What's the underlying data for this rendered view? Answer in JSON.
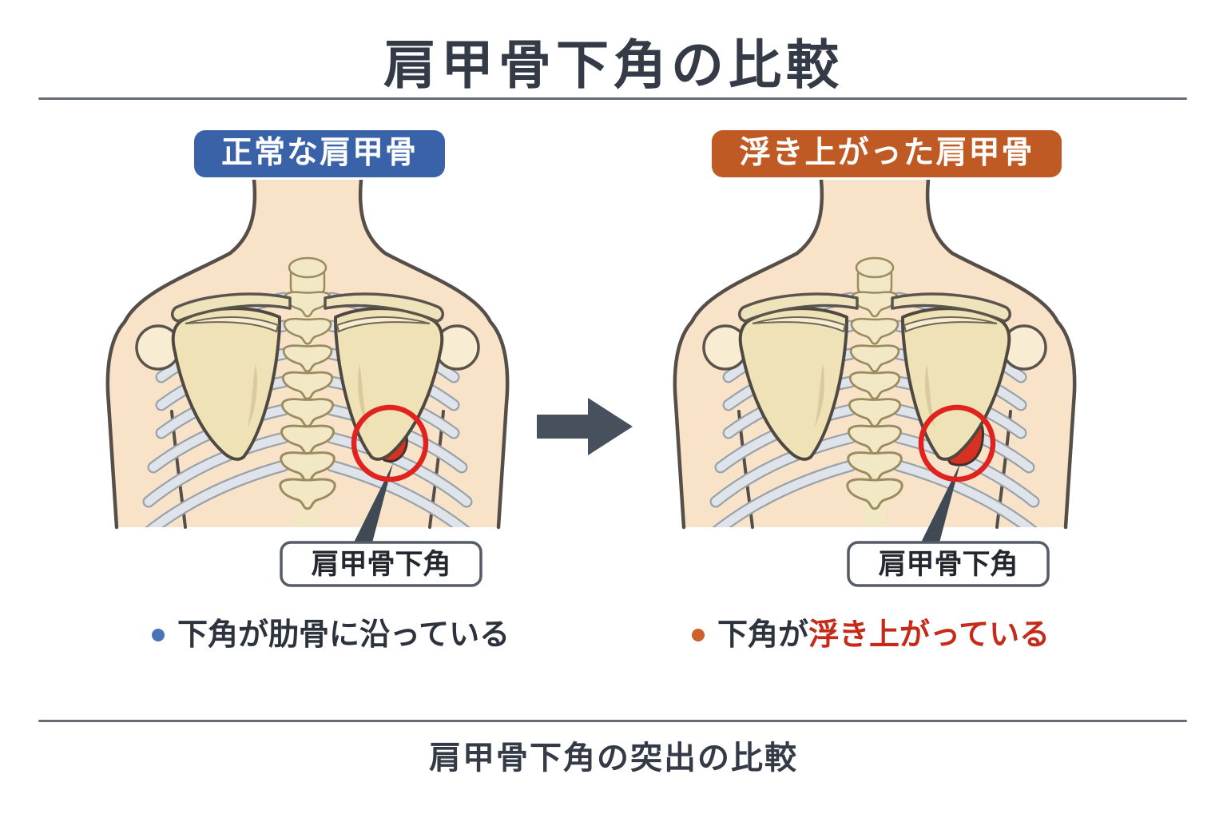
{
  "page": {
    "title": "肩甲骨下角の比較",
    "caption": "肩甲骨下角の突出の比較"
  },
  "arrow": {
    "icon": "right-arrow",
    "color": "#46515d"
  },
  "panels": [
    {
      "id": "normal",
      "badge": "正常な肩甲骨",
      "badge_color": "#3a62a8",
      "callout_label": "肩甲骨下角",
      "bullet_prefix": "下角が肋骨に沿っている",
      "bullet_highlight": "",
      "bullet_dot_color": "#4a72b8"
    },
    {
      "id": "winged",
      "badge": "浮き上がった肩甲骨",
      "badge_color": "#c05a24",
      "callout_label": "肩甲骨下角",
      "bullet_prefix": "下角が",
      "bullet_highlight": "浮き上がっている",
      "bullet_dot_color": "#cb6227",
      "highlight_text_color": "#c62a19"
    }
  ],
  "colors": {
    "ink": "#343b46",
    "rule": "#666c73",
    "skin": "#f8e3c9",
    "bone": "#eee2b6",
    "rib": "#dfe4ea",
    "highlight_red": "#d63122",
    "circle_red": "#e0231e"
  }
}
